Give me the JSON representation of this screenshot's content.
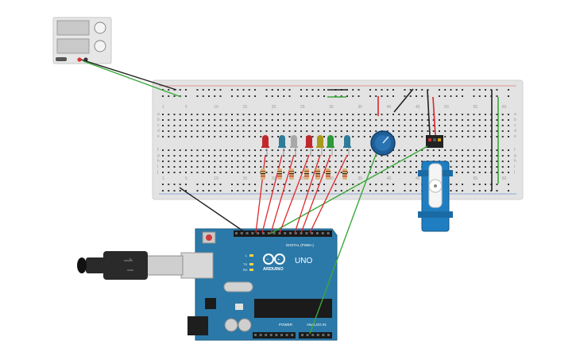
{
  "power_supply": {
    "name": "dc-power-supply",
    "body_color": "#e6e6e6",
    "display_color": "#c9c9c9"
  },
  "breadboard": {
    "body_color": "#e3e3e3",
    "hole_color": "#333333",
    "rail_red": "#e34a4a",
    "rail_blue": "#3c6fd1",
    "column_numbers": [
      "1",
      "5",
      "10",
      "15",
      "20",
      "25",
      "30",
      "35",
      "40",
      "45",
      "50",
      "55",
      "60"
    ],
    "row_letters": [
      "a",
      "b",
      "c",
      "d",
      "e",
      "f",
      "g",
      "h",
      "i",
      "j"
    ]
  },
  "leds": [
    {
      "color": "#c0282d"
    },
    {
      "color": "#2d7c9a"
    },
    {
      "color": "#a8a8a8"
    },
    {
      "color": "#c0282d"
    },
    {
      "color": "#a89a1a"
    },
    {
      "color": "#2c9a3a"
    },
    {
      "color": "#2d7c9a"
    }
  ],
  "arduino": {
    "board_color": "#2b79a8",
    "logo_text": "ARDUINO",
    "model_text": "UNO",
    "digital_label": "DIGITAL (PWM~)",
    "power_label": "POWER",
    "analog_label": "ANALOG IN",
    "tx_label": "TX",
    "rx_label": "RX",
    "l_label": "L"
  },
  "wire_colors": {
    "red": "#e0262b",
    "green": "#3aa83a",
    "black": "#222222"
  },
  "potentiometer": {
    "knob_color": "#1f5e96"
  },
  "servo": {
    "body_color": "#1f7ec1"
  }
}
